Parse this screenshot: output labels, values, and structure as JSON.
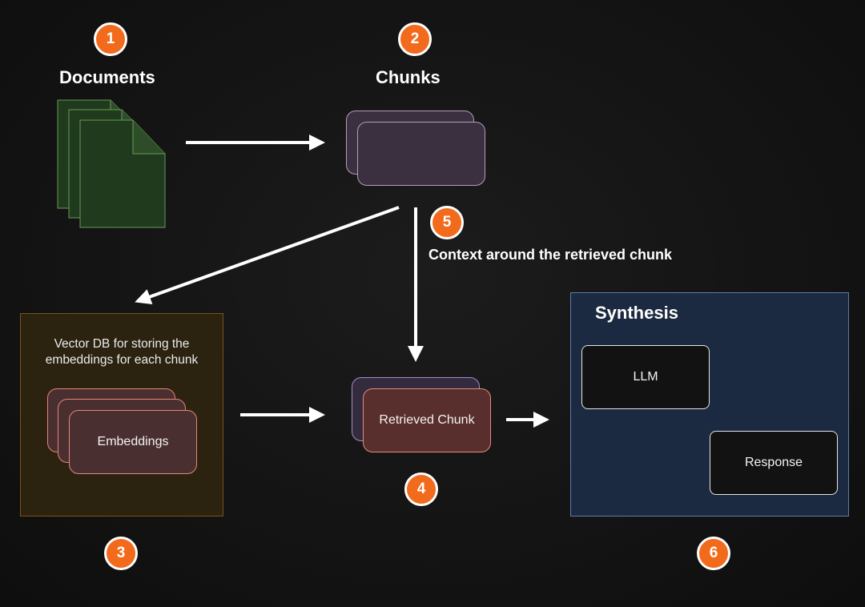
{
  "steps": {
    "documents": {
      "number": "1",
      "label": "Documents"
    },
    "chunks": {
      "number": "2",
      "label": "Chunks"
    },
    "vector_db": {
      "number": "3",
      "description": "Vector DB for storing the embeddings for each chunk",
      "card_label": "Embeddings"
    },
    "retrieved": {
      "number": "4",
      "card_label": "Retrieved Chunk"
    },
    "context": {
      "number": "5",
      "label": "Context around the retrieved chunk"
    },
    "synthesis": {
      "number": "6",
      "title": "Synthesis",
      "llm_label": "LLM",
      "response_label": "Response"
    }
  },
  "colors": {
    "badge": "#f26a1b",
    "document_fill": "#1f3a1c",
    "document_stroke": "#6b9a5a",
    "chunk_fill": "#3b3040",
    "embedding_fill": "#4a2f30",
    "vector_box": "#2b2310",
    "synthesis_box": "#1b2a40",
    "arrow": "#ffffff"
  }
}
